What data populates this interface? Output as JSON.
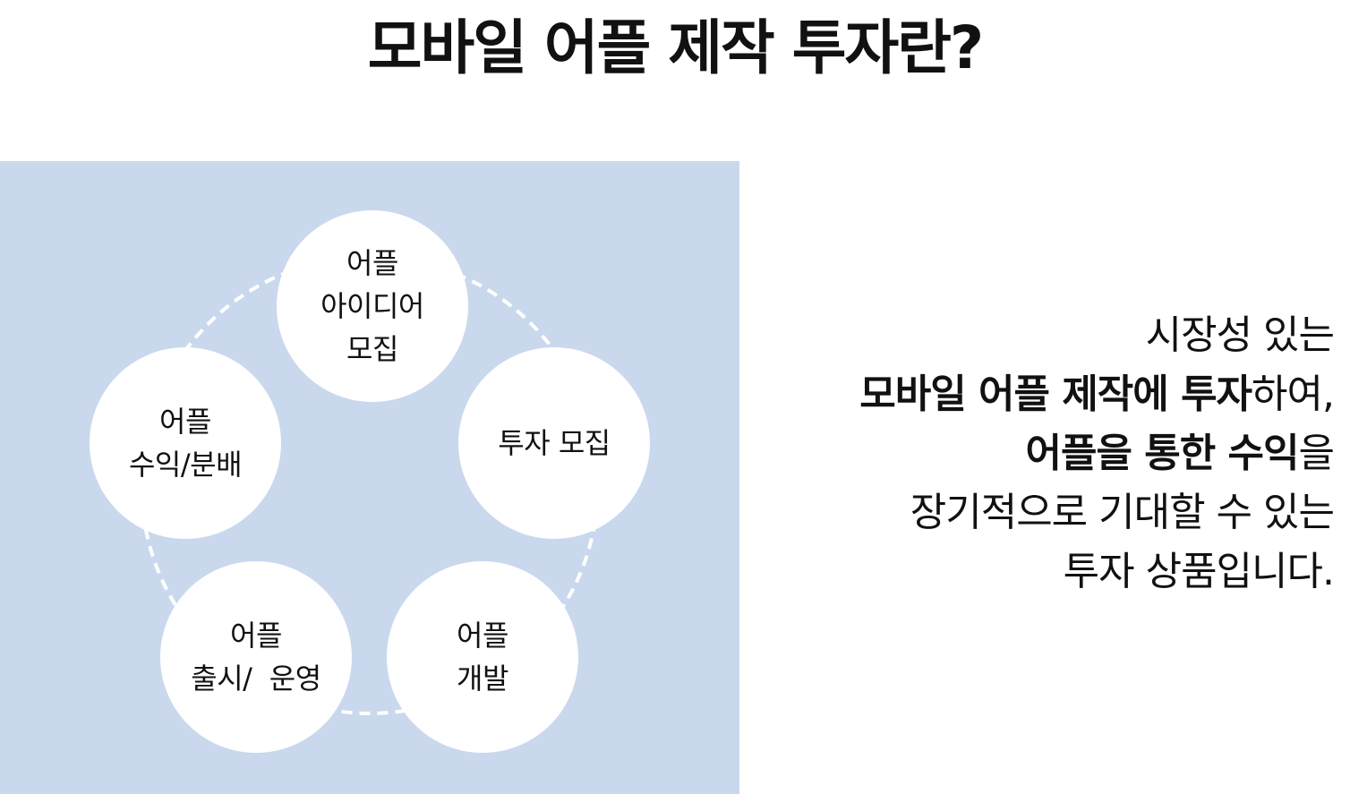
{
  "title": "모바일 어플 제작 투자란?",
  "cycle": {
    "stages": [
      {
        "lines": [
          "어플",
          "아이디어",
          "모집"
        ]
      },
      {
        "lines": [
          "투자 모집"
        ]
      },
      {
        "lines": [
          "어플",
          "개발"
        ]
      },
      {
        "lines": [
          "어플",
          "출시/  운영"
        ]
      },
      {
        "lines": [
          "어플",
          "수익/분배"
        ]
      }
    ]
  },
  "description": {
    "line1": "시장성 있는",
    "line2_bold_a": "모바일 어플 제작에 투자",
    "line2_rest": "하여,",
    "line3_bold": "어플을 통한 수익",
    "line3_rest": "을",
    "line4": "장기적으로 기대할 수 있는",
    "line5": "투자 상품입니다."
  },
  "colors": {
    "panel_background": "#c9d8ed",
    "circle_fill": "#ffffff",
    "connector_dash": "#ffffff"
  }
}
